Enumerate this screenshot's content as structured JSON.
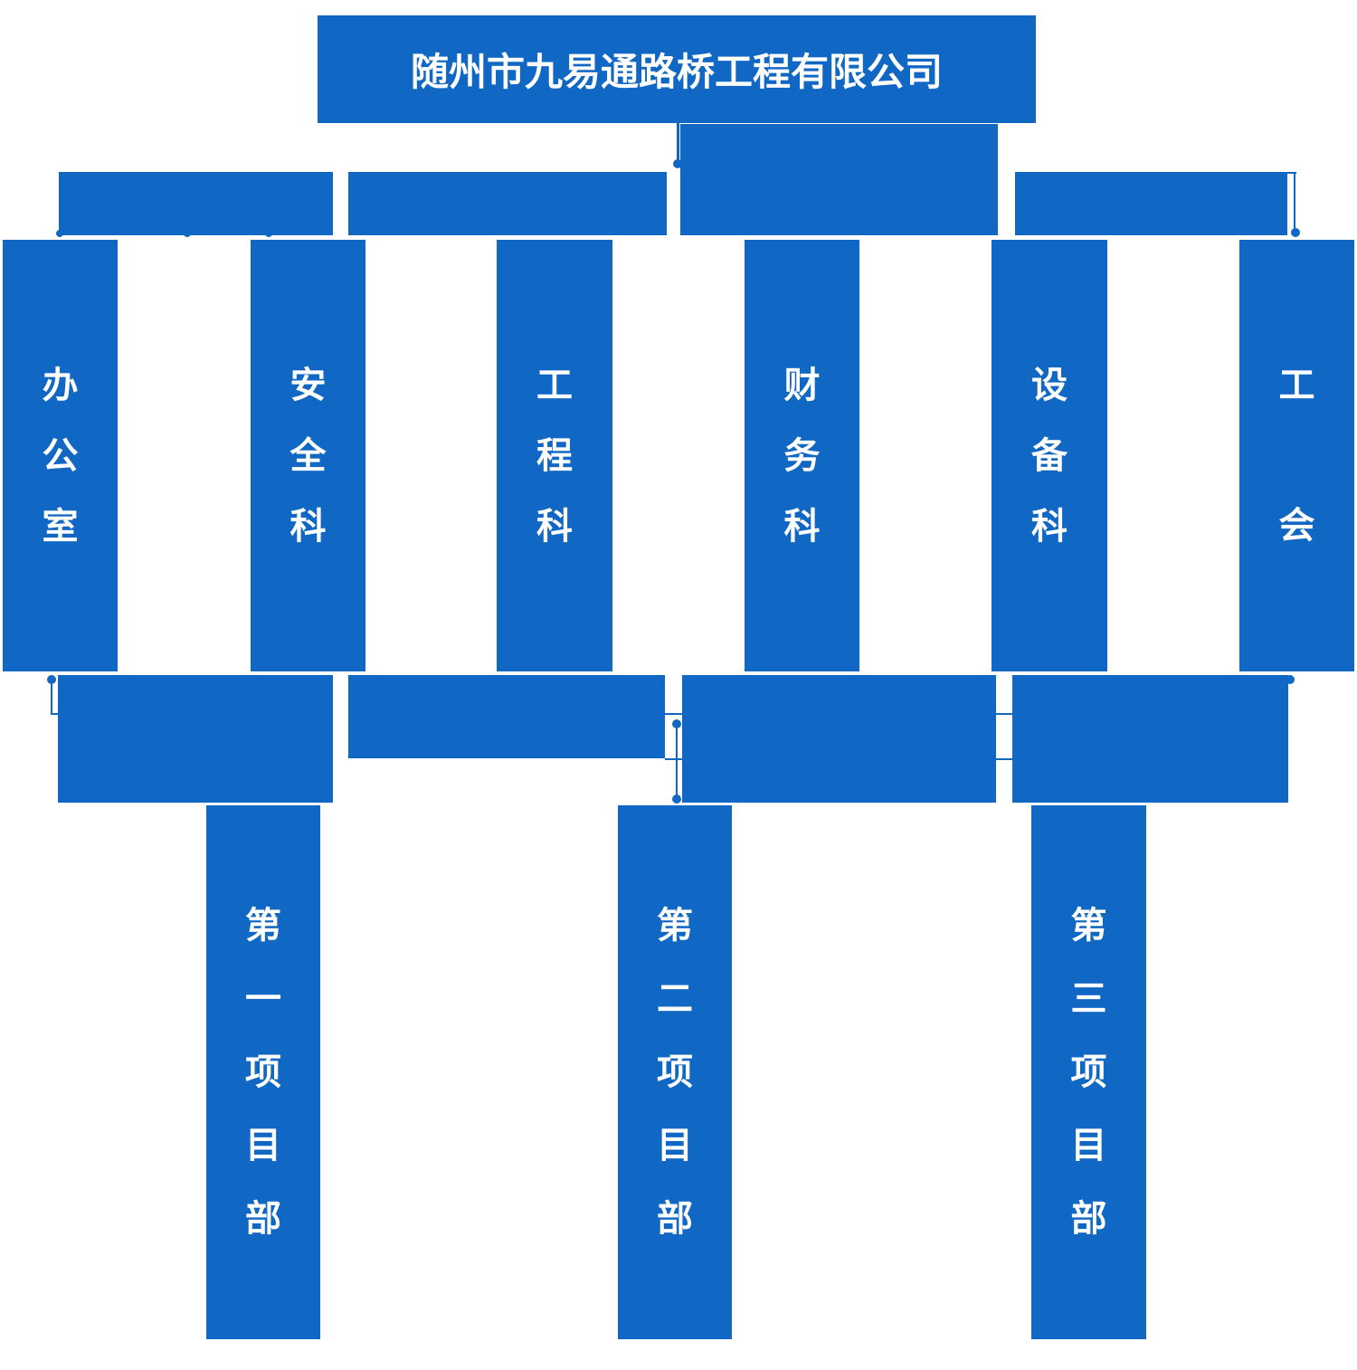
{
  "chart": {
    "type": "org-chart",
    "title": {
      "label": "随州市九易通路桥工程有限公司"
    },
    "level2_departments": [
      {
        "label": "办公室"
      },
      {
        "label": "安全科"
      },
      {
        "label": "工程科"
      },
      {
        "label": "财务科"
      },
      {
        "label": "设备科"
      },
      {
        "label": "工会"
      }
    ],
    "level3_projects": [
      {
        "label": "第一项目部"
      },
      {
        "label": "第二项目部"
      },
      {
        "label": "第三项目部"
      }
    ],
    "colors": {
      "box_blue": "#1167C4",
      "text_white": "#FFFFFF",
      "background": "#FFFFFF"
    }
  }
}
